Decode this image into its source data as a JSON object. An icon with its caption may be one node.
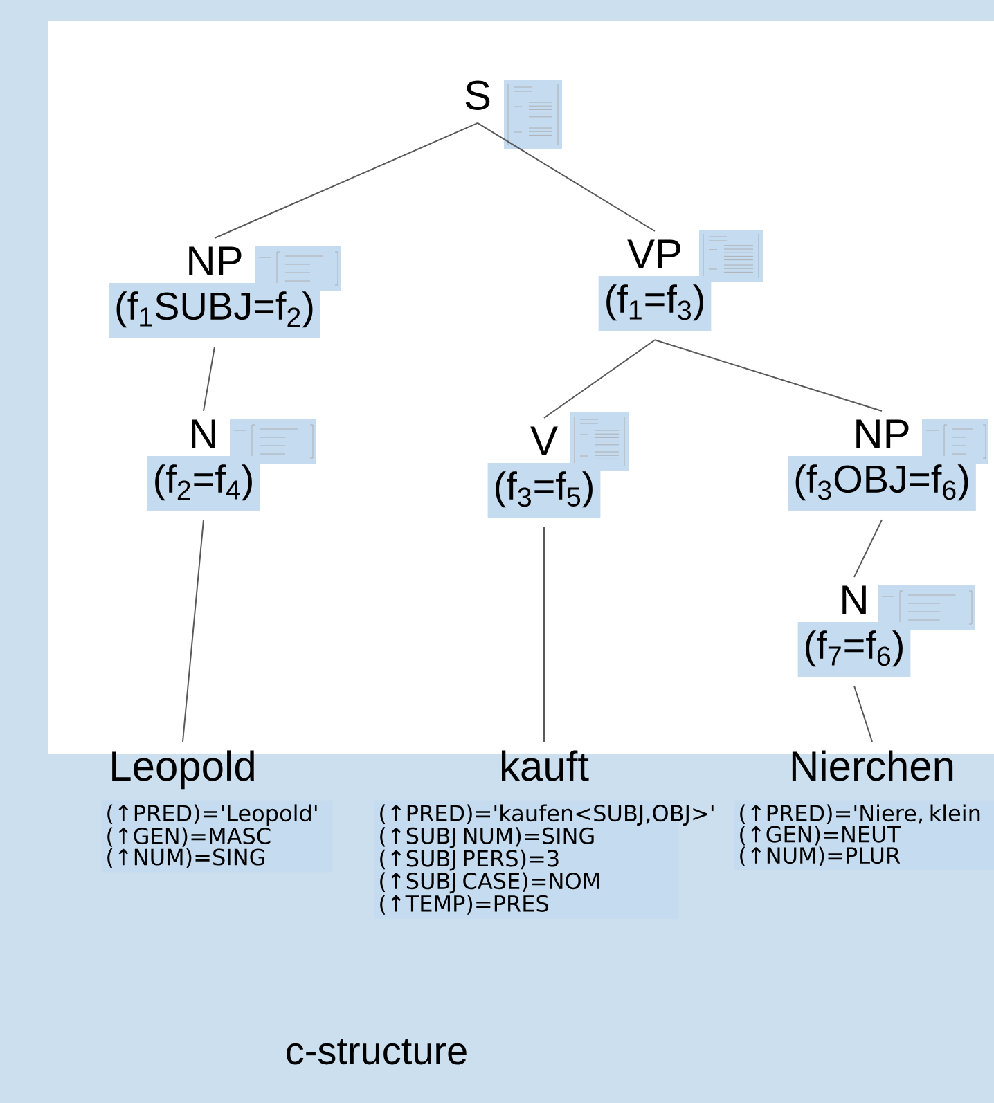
{
  "diagram": {
    "nodes": [
      {
        "text": [
          "S"
        ]
      },
      {
        "text": [
          "NP",
          "(f$_{1}$SUBJ=f$_{2}$)"
        ]
      },
      {
        "text": [
          "VP",
          "(f$_{1}$=f$_{3}$)"
        ]
      },
      {
        "text": [
          "N",
          "(f$_{2}$=f$_{4}$)"
        ]
      },
      {
        "text": [
          "V",
          "(f$_{3}$=f$_{5}$)"
        ]
      },
      {
        "text": [
          "NP",
          "(f$_{3}$OBJ=f$_{6}$)"
        ]
      },
      {
        "text": [
          "N",
          "(f$_{7}$=f$_{6}$)"
        ]
      },
      {
        "text": [
          "Leopold"
        ],
        "beside": [
          "(↑PRED)='Leopold'",
          "(↑GEN)=MASC",
          "(↑NUM)=SING"
        ]
      },
      {
        "text": [
          "kauft"
        ],
        "beside": [
          "(↑PRED)='kaufen<SUBJ,OBJ>'",
          "(↑SUBJ NUM)=SING",
          "(↑SUBJ PERS)=3",
          "(↑SUBJ CASE)=NOM",
          "(↑TEMP)=PRES"
        ]
      },
      {
        "text": [
          "Nierchen"
        ],
        "beside": [
          "(↑PRED)='Niere, klein",
          "(↑GEN)=NEUT",
          "(↑NUM)=PLUR"
        ]
      }
    ],
    "edges": [
      {
        "from": 0,
        "to": 1,
        "arrow": "none"
      },
      {
        "from": 0,
        "to": 2,
        "arrow": "none"
      },
      {
        "from": 1,
        "to": 3,
        "arrow": "none"
      },
      {
        "from": 3,
        "to": 7,
        "arrow": "none"
      },
      {
        "from": 2,
        "to": 4,
        "arrow": "none"
      },
      {
        "from": 2,
        "to": 5,
        "arrow": "none"
      },
      {
        "from": 4,
        "to": 8,
        "arrow": "none"
      },
      {
        "from": 5,
        "to": 6,
        "arrow": "none"
      },
      {
        "from": 6,
        "to": 9,
        "arrow": "none"
      }
    ],
    "labels": [
      "c-structure"
    ]
  }
}
